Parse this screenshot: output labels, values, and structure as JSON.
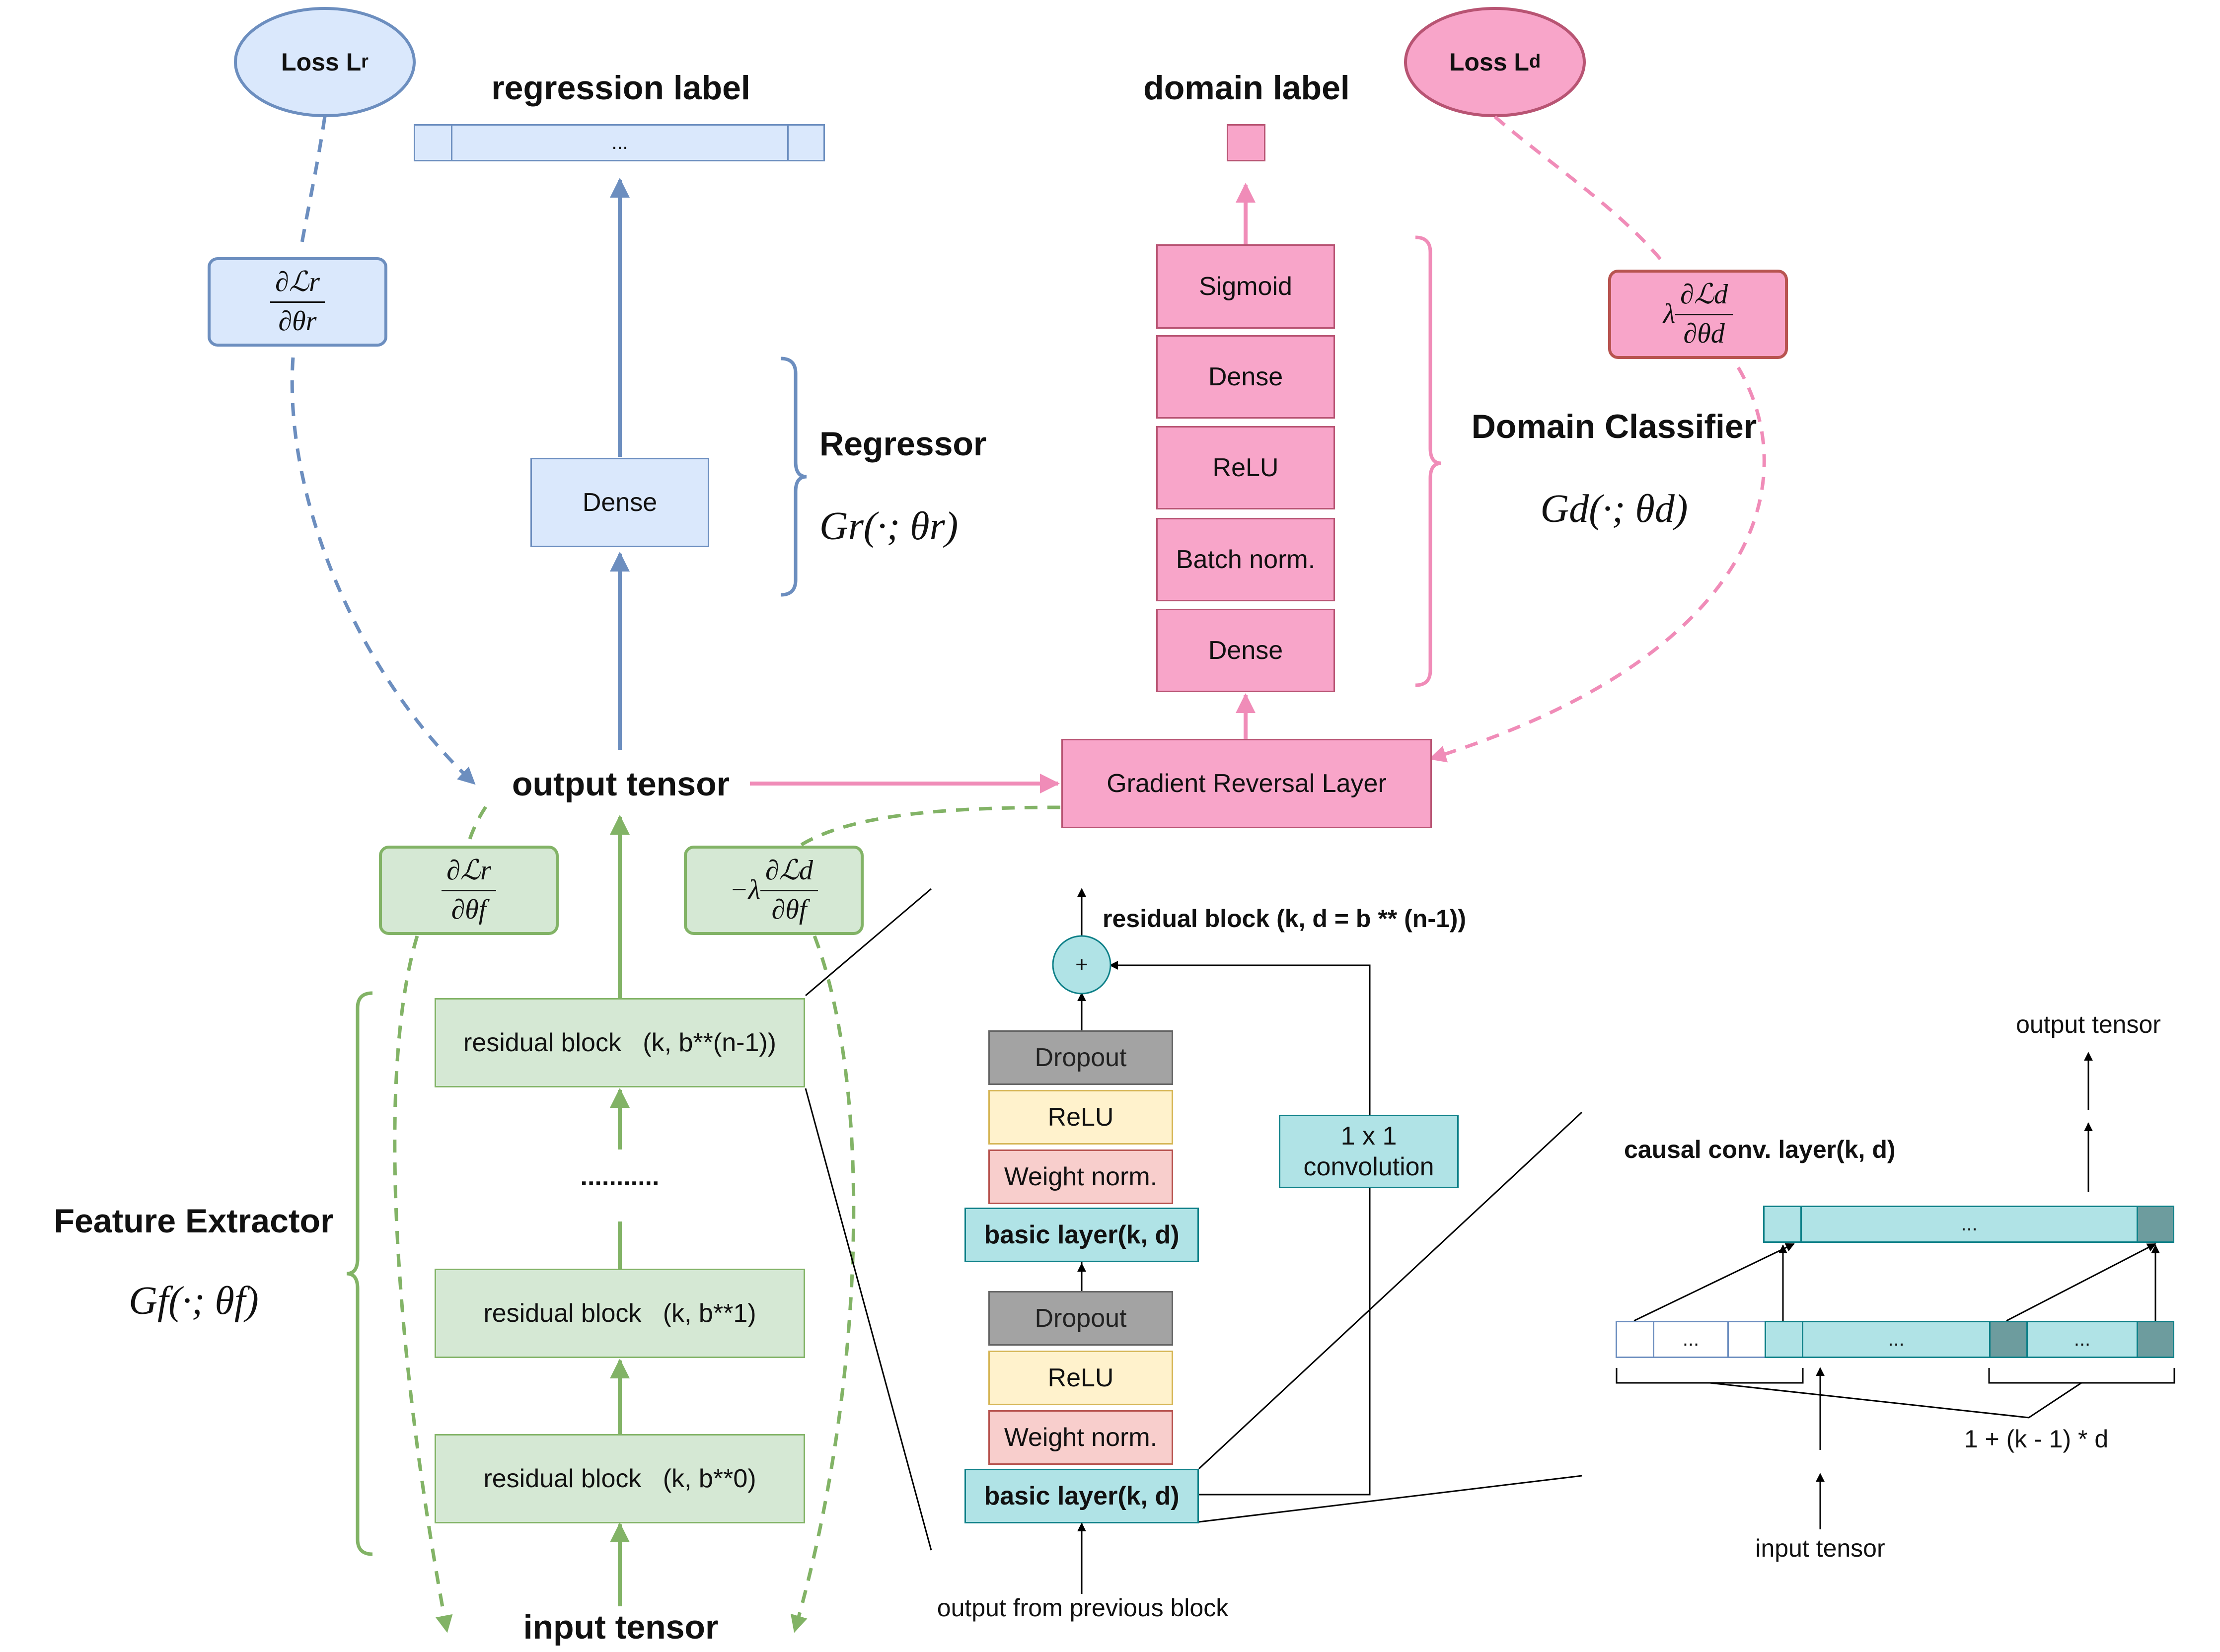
{
  "top": {
    "loss_r_main": "Loss L",
    "loss_r_sub": "r",
    "loss_d_main": "Loss L",
    "loss_d_sub": "d",
    "regression_label": "regression label",
    "regression_cell_dots": "...",
    "domain_label": "domain label"
  },
  "gradients": {
    "r_theta_r": {
      "prefix": "",
      "num": "∂ℒr",
      "den": "∂θr"
    },
    "d_theta_d": {
      "prefix": "λ",
      "num": "∂ℒd",
      "den": "∂θd"
    },
    "r_theta_f": {
      "prefix": "",
      "num": "∂ℒr",
      "den": "∂θf"
    },
    "d_theta_f": {
      "prefix": "−λ",
      "num": "∂ℒd",
      "den": "∂θf"
    }
  },
  "regressor": {
    "title": "Regressor",
    "formula": "Gr(·; θr)",
    "dense": "Dense"
  },
  "domain_classifier": {
    "title": "Domain Classifier",
    "formula": "Gd(·; θd)",
    "layers": [
      "Sigmoid",
      "Dense",
      "ReLU",
      "Batch norm.",
      "Dense"
    ],
    "grl": "Gradient Reversal Layer"
  },
  "feature_extractor": {
    "title": "Feature Extractor",
    "formula": "Gf(·; θf)",
    "output_tensor": "output tensor",
    "input_tensor": "input tensor",
    "blocks": [
      "residual block   (k, b**(n-1))",
      "residual block   (k, b**1)",
      "residual block   (k, b**0)"
    ],
    "ellipsis": "..........."
  },
  "residual_detail": {
    "title": "residual block (k, d = b ** (n-1))",
    "plus": "+",
    "upper": {
      "dropout": "Dropout",
      "relu": "ReLU",
      "weight_norm": "Weight norm.",
      "basic": "basic layer(k, d)"
    },
    "lower": {
      "dropout": "Dropout",
      "relu": "ReLU",
      "weight_norm": "Weight norm.",
      "basic": "basic layer(k, d)"
    },
    "conv1x1_line1": "1 x 1",
    "conv1x1_line2": "convolution",
    "input_caption": "output from previous block"
  },
  "causal_detail": {
    "title": "causal conv. layer(k, d)",
    "output_tensor": "output tensor",
    "input_tensor": "input tensor",
    "dots": "...",
    "span_label": "1 + (k - 1) * d"
  },
  "colors": {
    "blue_fill": "#dae8fc",
    "blue_stroke": "#6c8ebf",
    "pink_fill": "#f8a5c9",
    "pink_stroke": "#b85473",
    "green_fill": "#d5e8d4",
    "green_stroke": "#82b366",
    "teal_fill": "#b0e3e6",
    "teal_stroke": "#0e8088"
  }
}
